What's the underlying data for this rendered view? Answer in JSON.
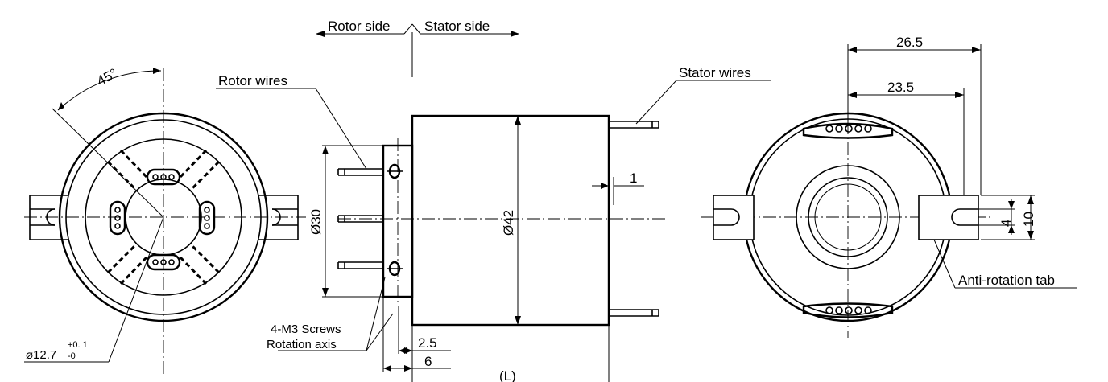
{
  "labels": {
    "rotor_side": "Rotor side",
    "stator_side": "Stator side",
    "rotor_wires": "Rotor wires",
    "stator_wires": "Stator wires",
    "screws": "4-M3 Screws",
    "rotation_axis": "Rotation axis",
    "anti_rotation_tab": "Anti-rotation tab",
    "angle": "45°"
  },
  "dimensions": {
    "bore_diameter": "⌀12.7",
    "bore_tol_upper": "+0. 1",
    "bore_tol_lower": "-0",
    "flange_diameter": "Ø30",
    "body_diameter": "Ø42",
    "gap": "1",
    "flange_thickness": "2.5",
    "flange_offset": "6",
    "length": "(L)",
    "tab_outer": "26.5",
    "tab_inner": "23.5",
    "slot_width": "4",
    "tab_width": "10"
  }
}
